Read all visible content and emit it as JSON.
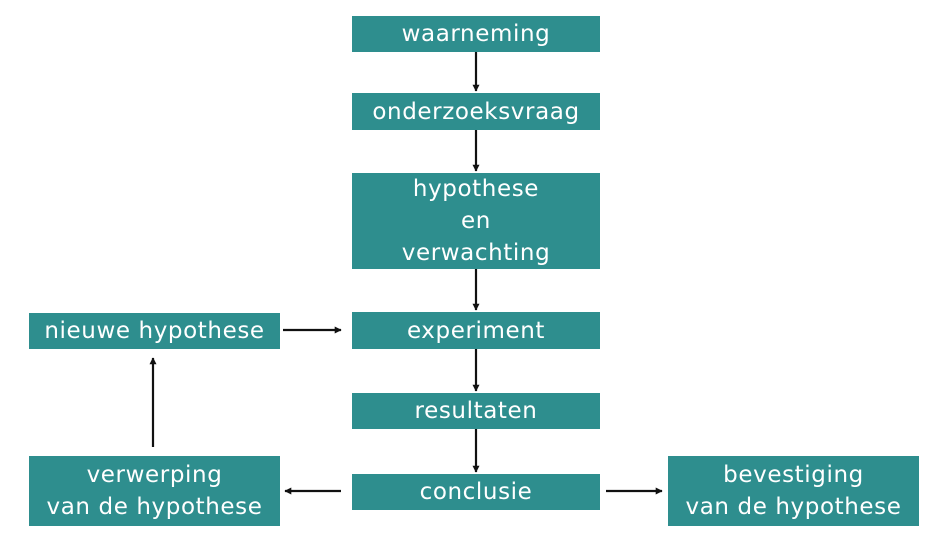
{
  "flow": {
    "waarneming": "waarneming",
    "onderzoeksvraag": "onderzoeksvraag",
    "hypothese_lines": [
      "hypothese",
      "en",
      "verwachting"
    ],
    "experiment": "experiment",
    "resultaten": "resultaten",
    "conclusie": "conclusie",
    "nieuwe_hypothese": "nieuwe hypothese",
    "verwerping_lines": [
      "verwerping",
      "van de hypothese"
    ],
    "bevestiging_lines": [
      "bevestiging",
      "van de hypothese"
    ]
  },
  "colors": {
    "box": "#2e8e8e",
    "text": "#ffffff",
    "arrow": "#111111"
  }
}
